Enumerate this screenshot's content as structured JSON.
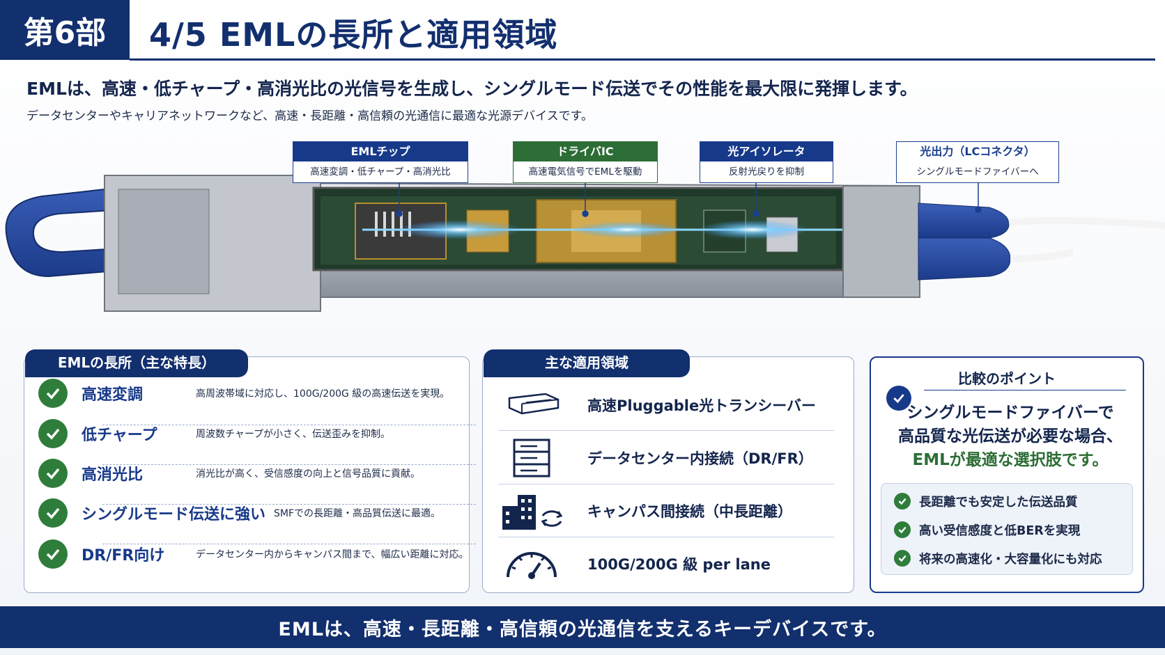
{
  "header": {
    "badge": "第6部",
    "title": "4/5 EMLの長所と適用領域"
  },
  "lead": "EMLは、高速・低チャープ・高消光比の光信号を生成し、シングルモード伝送でその性能を最大限に発揮します。",
  "sub": "データセンターやキャリアネットワークなど、高速・長距離・高信頼の光通信に最適な光源デバイスです。",
  "callouts": [
    {
      "title": "EMLチップ",
      "sub": "高速変調・低チャープ・高消光比"
    },
    {
      "title": "ドライバIC",
      "sub": "高速電気信号でEMLを駆動"
    },
    {
      "title": "光アイソレータ",
      "sub": "反射光戻りを抑制"
    },
    {
      "title": "光出力（LCコネクタ）",
      "sub": "シングルモードファイバーへ"
    }
  ],
  "advantages": {
    "title": "EMLの長所（主な特長）",
    "items": [
      {
        "name": "高速変調",
        "desc": "高周波帯域に対応し、100G/200G 級の高速伝送を実現。"
      },
      {
        "name": "低チャープ",
        "desc": "周波数チャープが小さく、伝送歪みを抑制。"
      },
      {
        "name": "高消光比",
        "desc": "消光比が高く、受信感度の向上と信号品質に貢献。"
      },
      {
        "name": "シングルモード伝送に強い",
        "desc": "SMFでの長距離・高品質伝送に最適。"
      },
      {
        "name": "DR/FR向け",
        "desc": "データセンター内からキャンパス間まで、幅広い距離に対応。"
      }
    ]
  },
  "applications": {
    "title": "主な適用領域",
    "items": [
      {
        "icon": "transceiver-icon",
        "label": "高速Pluggable光トランシーバー"
      },
      {
        "icon": "server-rack-icon",
        "label": "データセンター内接続（DR/FR）"
      },
      {
        "icon": "campus-buildings-icon",
        "label": "キャンパス間接続（中長距離）"
      },
      {
        "icon": "speedometer-icon",
        "label": "100G/200G 級 per lane"
      }
    ]
  },
  "comparison": {
    "title": "比較のポイント",
    "message_1": "シングルモードファイバーで",
    "message_2": "高品質な光伝送が必要な場合、",
    "message_3": "EMLが最適な選択肢です。",
    "points": [
      "長距離でも安定した伝送品質",
      "高い受信感度と低BERを実現",
      "将来の高速化・大容量化にも対応"
    ]
  },
  "footer": "EMLは、高速・長距離・高信頼の光通信を支えるキーデバイスです。",
  "colors": {
    "navy": "#122f6e",
    "green": "#2f7d3b",
    "blue_accent": "#17398a"
  }
}
